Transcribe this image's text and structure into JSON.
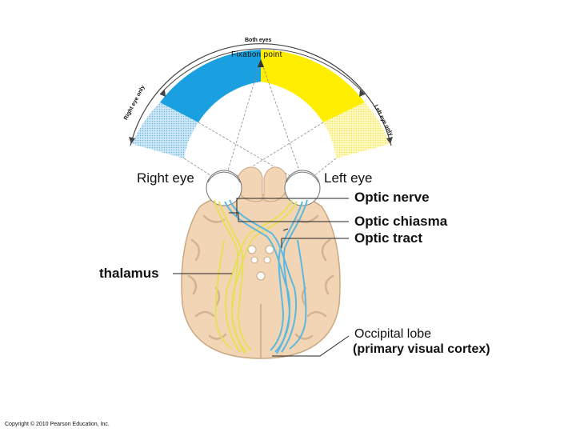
{
  "labels": {
    "both_eyes": "Both eyes",
    "fixation_point": "Fixation point",
    "right_eye_only": "Right eye only",
    "left_eye_only": "Left eye only",
    "right_eye": "Right eye",
    "left_eye": "Left eye",
    "optic_nerve": "Optic nerve",
    "optic_chiasma": "Optic chiasma",
    "optic_tract": "Optic tract",
    "thalamus": "thalamus",
    "occipital_lobe": "Occipital lobe",
    "primary_visual_cortex": "(primary visual cortex)"
  },
  "copyright": "Copyright © 2010 Pearson Education, Inc.",
  "colors": {
    "right_field": "#1aa0e0",
    "left_field": "#ffee00",
    "right_pathway": "#5bb8e0",
    "left_pathway": "#e6df5a",
    "brain": "#f2d5b5",
    "brain_edge": "#c8a882"
  }
}
